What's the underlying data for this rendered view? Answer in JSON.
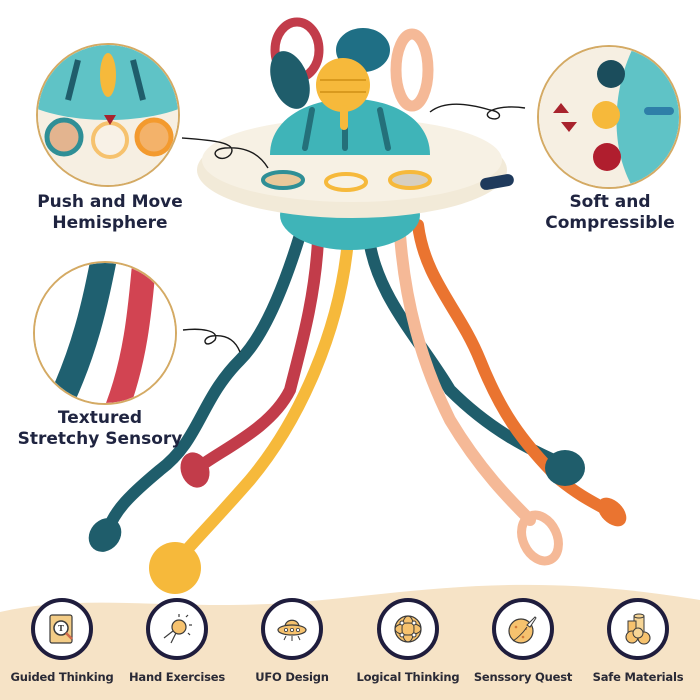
{
  "callouts": [
    {
      "id": "push",
      "label_line1": "Push and Move",
      "label_line2": "Hemisphere"
    },
    {
      "id": "soft",
      "label_line1": "Soft and",
      "label_line2": "Compressible"
    },
    {
      "id": "textured",
      "label_line1": "Textured",
      "label_line2": "Stretchy Sensory"
    }
  ],
  "features": [
    {
      "label": "Guided Thinking",
      "icon": "book-magnifier-icon"
    },
    {
      "label": "Hand Exercises",
      "icon": "sun-burst-icon"
    },
    {
      "label": "UFO Design",
      "icon": "ufo-icon"
    },
    {
      "label": "Logical Thinking",
      "icon": "network-globe-icon"
    },
    {
      "label": "Senssory Quest",
      "icon": "planet-rocket-icon"
    },
    {
      "label": "Safe Materials",
      "icon": "cylinders-icon"
    }
  ],
  "colors": {
    "teal": "#3fb4b8",
    "dark_teal": "#1f5d6b",
    "red": "#c23c4a",
    "yellow": "#f6b93b",
    "peach": "#f5b997",
    "orange": "#ea7430",
    "cream": "#f2ead8",
    "band": "#f6e3c6",
    "navy": "#1f1d3d",
    "gold_ring": "#d4aa64"
  }
}
